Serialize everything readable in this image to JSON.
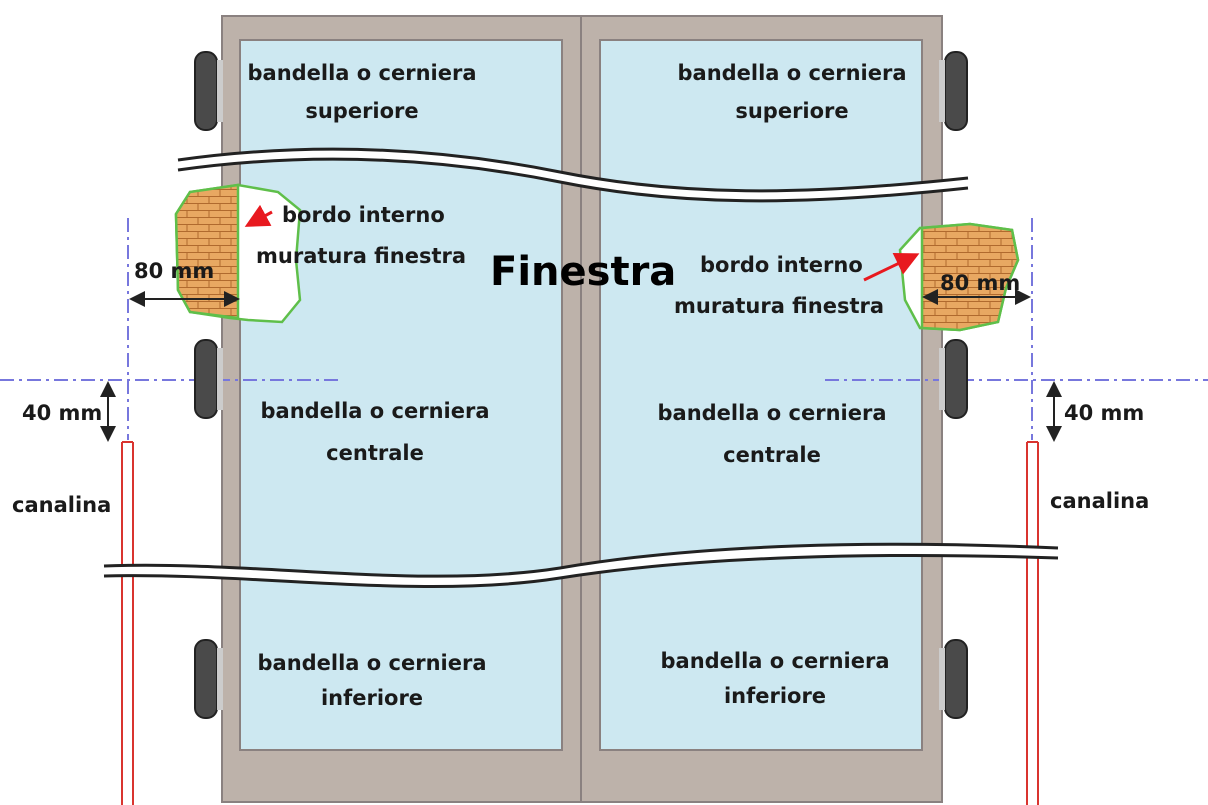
{
  "title": "Finestra",
  "hinges": {
    "top": [
      "bandella o cerniera",
      "superiore"
    ],
    "center": [
      "bandella o cerniera",
      "centrale"
    ],
    "bottom": [
      "bandella o cerniera",
      "inferiore"
    ]
  },
  "masonry_edge": [
    "bordo interno",
    "muratura finestra"
  ],
  "dimensions": {
    "wall_offset": "80 mm",
    "vertical_offset": "40 mm"
  },
  "channel_label": "canalina",
  "colors": {
    "frame": "#bdb2aa",
    "frame_stroke": "#8a8180",
    "glass": "#cde8f1",
    "brick": "#e8a862",
    "brick_outline": "#5fbf4a",
    "arrow": "#e8191f",
    "channel": "#d9342f",
    "guide_line": "#7777dd"
  }
}
